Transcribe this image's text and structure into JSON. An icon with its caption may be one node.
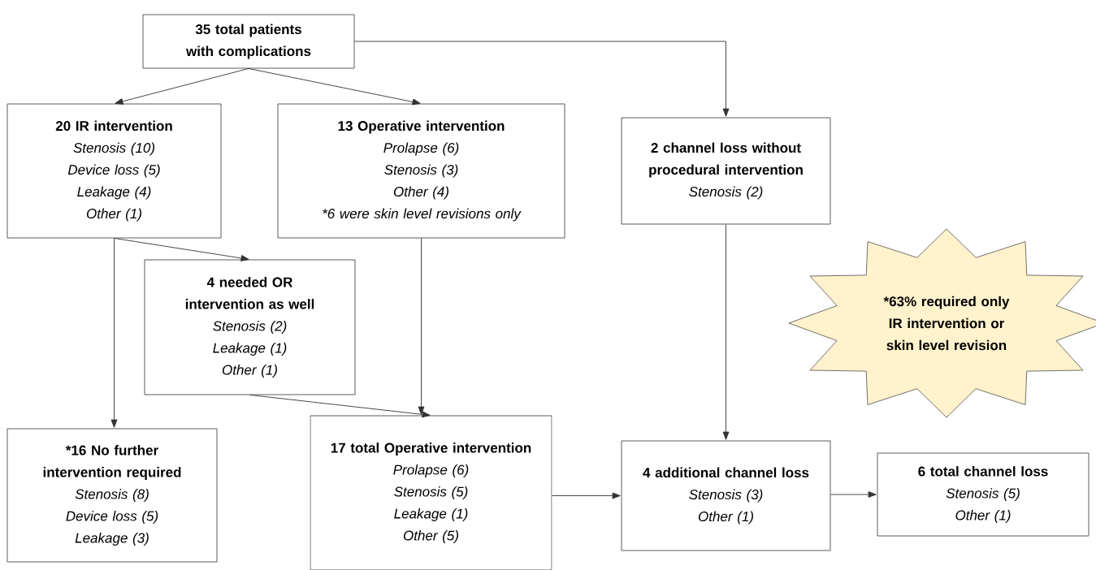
{
  "diagram": {
    "nodes": [
      {
        "text": [
          "35 total patients with complications"
        ]
      },
      {
        "text": [
          "20 IR intervention",
          "Stenosis (10)",
          "Device loss (5)",
          "Leakage (4)",
          "Other (1)"
        ]
      },
      {
        "text": [
          "13 Operative intervention",
          "Prolapse (6)",
          "Stenosis (3)",
          "Other (4)",
          "*6 were skin level revisions only"
        ]
      },
      {
        "text": [
          "2 channel loss without procedural intervention",
          "Stenosis  (2)"
        ]
      },
      {
        "text": [
          "4 needed OR intervention as well",
          "Stenosis (2)",
          "Leakage (1)",
          "Other (1)"
        ]
      },
      {
        "text": [
          "*63% required only IR intervention or skin level revision"
        ]
      },
      {
        "text": [
          "*16 No further intervention required",
          "Stenosis (8)",
          "Device loss (5)",
          "Leakage (3)"
        ]
      },
      {
        "text": [
          "17 total Operative intervention",
          "Prolapse (6)",
          "Stenosis (5)",
          "Leakage (1)",
          "Other (5)"
        ]
      },
      {
        "text": [
          "4 additional channel loss",
          "Stenosis (3)",
          "Other (1)"
        ]
      },
      {
        "text": [
          "6 total channel loss",
          "Stenosis (5)",
          "Other (1)"
        ]
      }
    ],
    "edges": [
      {
        "from": 0,
        "to": 1,
        "arrow": "to"
      },
      {
        "from": 0,
        "to": 2,
        "arrow": "to"
      },
      {
        "from": 0,
        "to": 3,
        "arrow": "to"
      },
      {
        "from": 1,
        "to": 4,
        "arrow": "to"
      },
      {
        "from": 1,
        "to": 6,
        "arrow": "to"
      },
      {
        "from": 2,
        "to": 7,
        "arrow": "to"
      },
      {
        "from": 4,
        "to": 7,
        "arrow": "to"
      },
      {
        "from": 3,
        "to": 8,
        "arrow": "to"
      },
      {
        "from": 7,
        "to": 8,
        "arrow": "to"
      },
      {
        "from": 8,
        "to": 9,
        "arrow": "to"
      }
    ]
  }
}
